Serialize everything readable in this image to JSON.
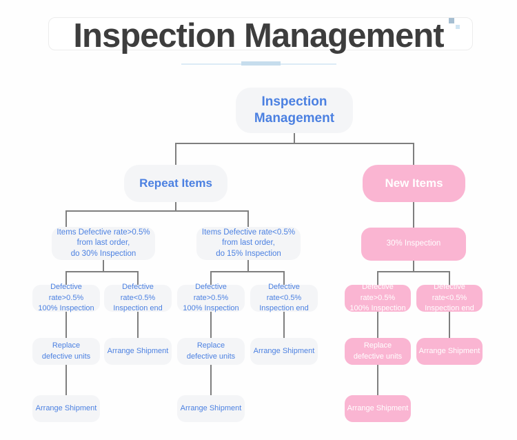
{
  "header": {
    "title": "Inspection Management"
  },
  "nodes": {
    "root": "Inspection\nManagement",
    "repeat_items": "Repeat Items",
    "new_items": "New Items",
    "repeat_high_rate": "Items Defective rate>0.5%\nfrom last order,\ndo 30% Inspection",
    "repeat_low_rate": "Items Defective rate<0.5%\nfrom last order,\ndo 15% Inspection",
    "new_inspection": "30% Inspection",
    "defective_high": "Defective rate>0.5%\n100% Inspection",
    "defective_low": "Defective rate<0.5%\nInspection end",
    "replace_units": "Replace\ndefective units",
    "arrange_shipment": "Arrange Shipment"
  },
  "colors": {
    "accent_blue": "#4b80e1",
    "accent_pink": "#fab5d2",
    "node_gray": "#f4f5f7",
    "connector_gray": "#7e7e7e",
    "title_dark": "#3d3d3d",
    "underline_blue": "#c6dded"
  }
}
